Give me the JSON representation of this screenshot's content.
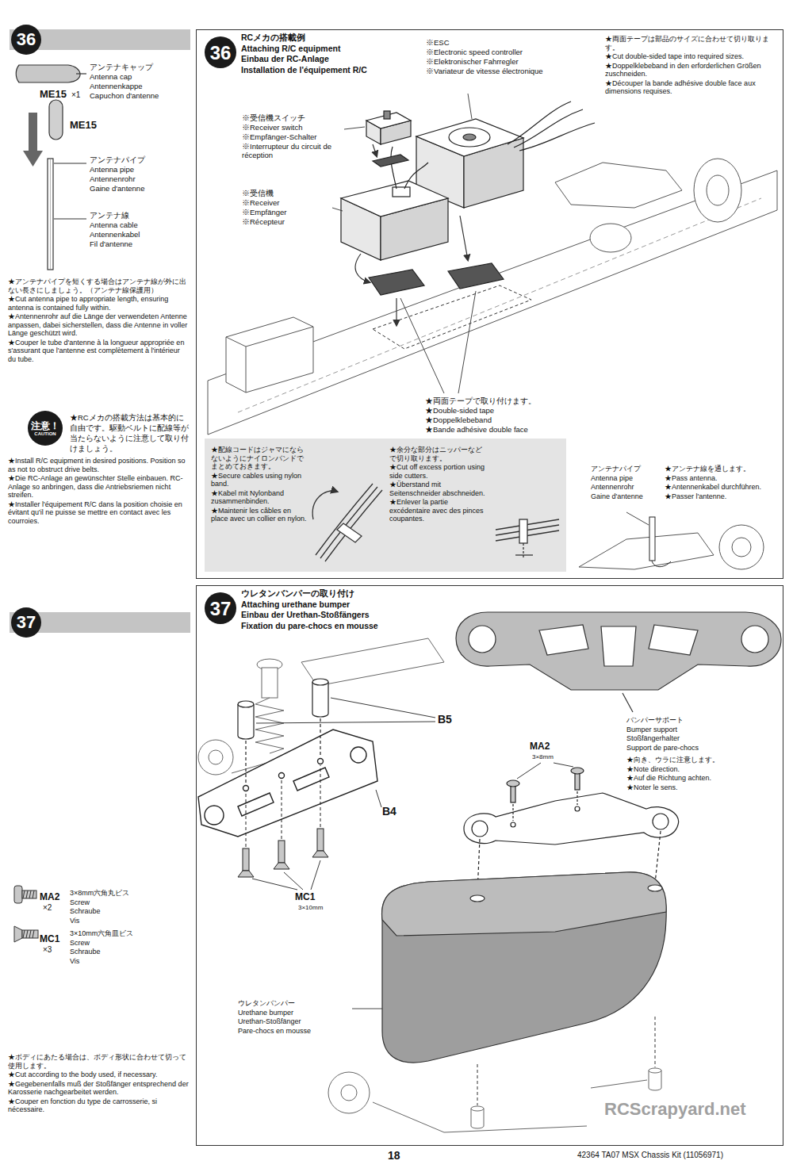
{
  "diagram": {
    "nodes": [
      {
        "text": [
          "36"
        ]
      },
      {
        "text": [
          "RCメカの搭載例",
          "Attaching R/C equipment",
          "Einbau der RC-Anlage",
          "Installation de l'équipement R/C"
        ]
      },
      {
        "text": [
          "36"
        ],
        "in": 1
      },
      {
        "text": [
          "★配線コードはジャマにならないようにナイロンバンドでまとめておきます。",
          "★Secure cables using nylon band.",
          "★Kabel mit Nylonband zusammenbinden.",
          "★Maintenir les câbles en place avec un collier en nylon.",
          "★余分な部分はニッパーなどで切り取ります。",
          "★Cut off excess portion using side cutters.",
          "★Überstand mit Seitenschneider abschneiden.",
          "★Enlever la partie excédentaire avec des pinces coupantes."
        ],
        "in": 1
      },
      {
        "text": [
          "注意！",
          "CAUTION"
        ]
      },
      {
        "text": [
          "37"
        ]
      },
      {
        "text": [
          "ウレタンバンパーの取り付け",
          "Attaching urethane bumper",
          "Einbau der Urethan-Stoßfängers",
          "Fixation du pare-chocs en mousse"
        ]
      },
      {
        "text": [
          "37"
        ],
        "in": 6
      }
    ],
    "labels": [
      "アンテナキャップ",
      "Antenna cap",
      "Antennenkappe",
      "Capuchon d'antenne",
      "ME15",
      "×1",
      "ME15",
      "アンテナパイプ",
      "Antenna pipe",
      "Antennenrohr",
      "Gaine d'antenne",
      "アンテナ線",
      "Antenna cable",
      "Antennenkabel",
      "Fil d'antenne",
      "★アンテナパイプを短くする場合はアンテナ線が外に出ない長さにしましょう。（アンテナ線保護用）",
      "★Cut antenna pipe to appropriate length, ensuring antenna is contained fully within.",
      "★Antennenrohr auf die Länge der verwendeten Antenne anpassen, dabei sicherstellen, dass die Antenne in voller Länge geschützt wird.",
      "★Couper le tube d'antenne à la longueur appropriée en s'assurant que l'antenne est complètement à l'intérieur du tube.",
      "★RCメカの搭載方法は基本的に自由です。駆動ベルトに配線等が当たらないように注意して取り付けましょう。",
      "★Install R/C equipment in desired positions. Position so as not to obstruct drive belts.",
      "★Die RC-Anlage an gewünschter Stelle einbauen. RC-Anlage so anbringen, dass die Antriebsriemen nicht streifen.",
      "★Installer l'équipement R/C dans la position choisie en évitant qu'il ne puisse se mettre en contact avec les courroies.",
      "※ESC",
      "※Electronic speed controller",
      "※Elektronischer Fahrregler",
      "※Variateur de vitesse électronique",
      "※受信機スイッチ",
      "※Receiver switch",
      "※Empfänger-Schalter",
      "※Interrupteur du circuit de réception",
      "※受信機",
      "※Receiver",
      "※Empfänger",
      "※Récepteur",
      "★両面テープは部品のサイズに合わせて切り取ります。",
      "★Cut double-sided tape into required sizes.",
      "★Doppelklebeband in den erforderlichen Größen zuschneiden.",
      "★Découper la bande adhésive double face aux dimensions requises.",
      "★両面テープで取り付けます。",
      "★Double-sided tape",
      "★Doppelklebeband",
      "★Bande adhésive double face",
      "アンテナパイプ",
      "Antenna pipe",
      "Antennenrohr",
      "Gaine d'antenne",
      "★アンテナ線を通します。",
      "★Pass antenna.",
      "★Antennenkabel durchführen.",
      "★Passer l'antenne.",
      "MA2",
      "×2",
      "3×8mm六角丸ビス",
      "Screw",
      "Schraube",
      "Vis",
      "MC1",
      "×3",
      "3×10mm六角皿ビス",
      "Screw",
      "Schraube",
      "Vis",
      "★ボディにあたる場合は、ボディ形状に合わせて切って使用します。",
      "★Cut according to the body used, if necessary.",
      "★Gegebenenfalls muß der Stoßfänger entsprechend der Karosserie nachgearbeitet werden.",
      "★Couper en fonction du type de carrosserie, si nécessaire.",
      "B5",
      "B4",
      "MC1",
      "3×10mm",
      "MA2",
      "3×8mm",
      "バンパーサポート",
      "Bumper support",
      "Stoßfängerhalter",
      "Support de pare-chocs",
      "★向き、ウラに注意します。",
      "★Note direction.",
      "★Auf die Richtung achten.",
      "★Noter le sens.",
      "ウレタンバンパー",
      "Urethane bumper",
      "Urethan-Stoßfänger",
      "Pare-chocs en mousse",
      "18",
      "42364 TA07 MSX Chassis Kit (11056971)",
      "RCScrapyard.net"
    ]
  }
}
